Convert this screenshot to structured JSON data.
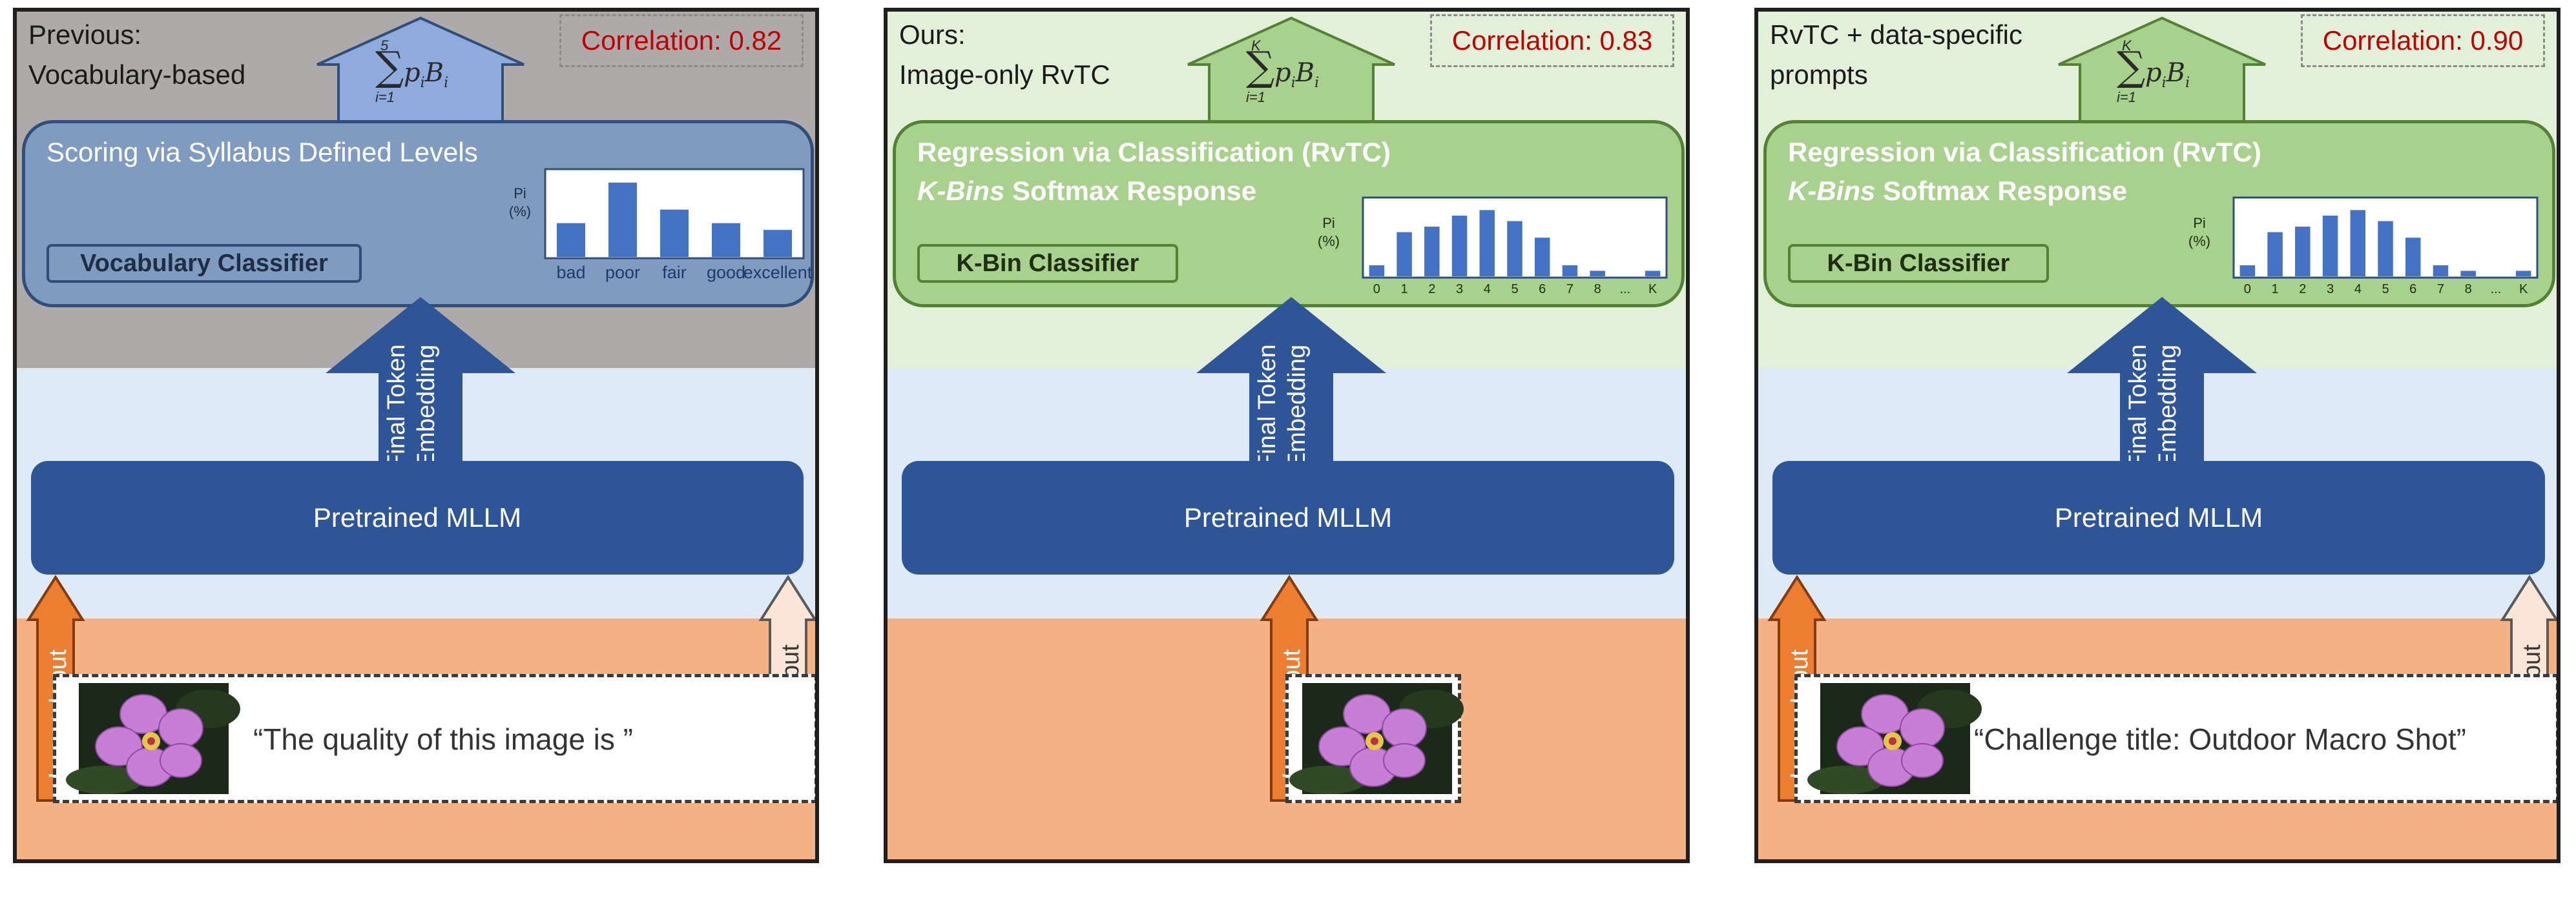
{
  "panels": [
    {
      "id": "previous",
      "title_line1": "Previous:",
      "title_line2": "Vocabulary-based",
      "correlation": "Correlation: 0.82",
      "formula_upper": "5",
      "formula_lower": "i=1",
      "formula_body": "p",
      "head_title_line1": "Scoring via Syllabus Defined Levels",
      "head_title_line2": "",
      "classifier_label": "Vocabulary Classifier",
      "embedding_label_line1": "Final Token",
      "embedding_label_line2": "Embedding",
      "mllm_label": "Pretrained MLLM",
      "image_input_label": "Image Input",
      "textual_input_label": "Textual Input",
      "prompt_text": "“The quality of this image is ”",
      "chart_ylabel": "Pi (%)",
      "colors": {
        "top": "#aeaaaa",
        "head_fill": "#7f9bc0",
        "head_border": "#2f4f7a",
        "bar": "#4472c4"
      }
    },
    {
      "id": "ours",
      "title_line1": "Ours:",
      "title_line2": "Image-only RvTC",
      "correlation": "Correlation: 0.83",
      "formula_upper": "K",
      "formula_lower": "i=1",
      "formula_body": "p",
      "head_title_line1": "Regression via Classification (RvTC)",
      "head_title_line2_italic": "K-Bins",
      "head_title_line2_rest": " Softmax Response",
      "classifier_label": "K-Bin Classifier",
      "embedding_label_line1": "Final Token",
      "embedding_label_line2": "Embedding",
      "mllm_label": "Pretrained MLLM",
      "image_input_label": "Image Input",
      "chart_ylabel": "Pi (%)",
      "colors": {
        "top": "#e2f0d9",
        "head_fill": "#a9d18e",
        "head_border": "#548235",
        "bar": "#4472c4"
      }
    },
    {
      "id": "ours-prompts",
      "title_line1": "RvTC + data-specific",
      "title_line2": "prompts",
      "correlation": "Correlation: 0.90",
      "formula_upper": "K",
      "formula_lower": "i=1",
      "formula_body": "p",
      "head_title_line1": "Regression via Classification (RvTC)",
      "head_title_line2_italic": "K-Bins",
      "head_title_line2_rest": " Softmax Response",
      "classifier_label": "K-Bin Classifier",
      "embedding_label_line1": "Final Token",
      "embedding_label_line2": "Embedding",
      "mllm_label": "Pretrained MLLM",
      "image_input_label": "Image Input",
      "textual_input_label": "Textual Input",
      "prompt_text": "“Challenge title: Outdoor Macro Shot”",
      "chart_ylabel": "Pi (%)",
      "colors": {
        "top": "#e2f0d9",
        "head_fill": "#a9d18e",
        "head_border": "#548235",
        "bar": "#4472c4"
      }
    }
  ],
  "chart_data": [
    {
      "type": "bar",
      "categories": [
        "bad",
        "poor",
        "fair",
        "good",
        "excellent"
      ],
      "values": [
        5,
        11,
        7,
        5,
        4
      ],
      "ylabel": "Pi (%)"
    },
    {
      "type": "bar",
      "categories": [
        "0",
        "1",
        "2",
        "3",
        "4",
        "5",
        "6",
        "7",
        "8",
        "...",
        "K"
      ],
      "values": [
        2,
        8,
        9,
        11,
        12,
        10,
        7,
        2,
        1,
        0,
        1
      ],
      "ylabel": "Pi (%)"
    },
    {
      "type": "bar",
      "categories": [
        "0",
        "1",
        "2",
        "3",
        "4",
        "5",
        "6",
        "7",
        "8",
        "...",
        "K"
      ],
      "values": [
        2,
        8,
        9,
        11,
        12,
        10,
        7,
        2,
        1,
        0,
        1
      ],
      "ylabel": "Pi (%)"
    }
  ]
}
